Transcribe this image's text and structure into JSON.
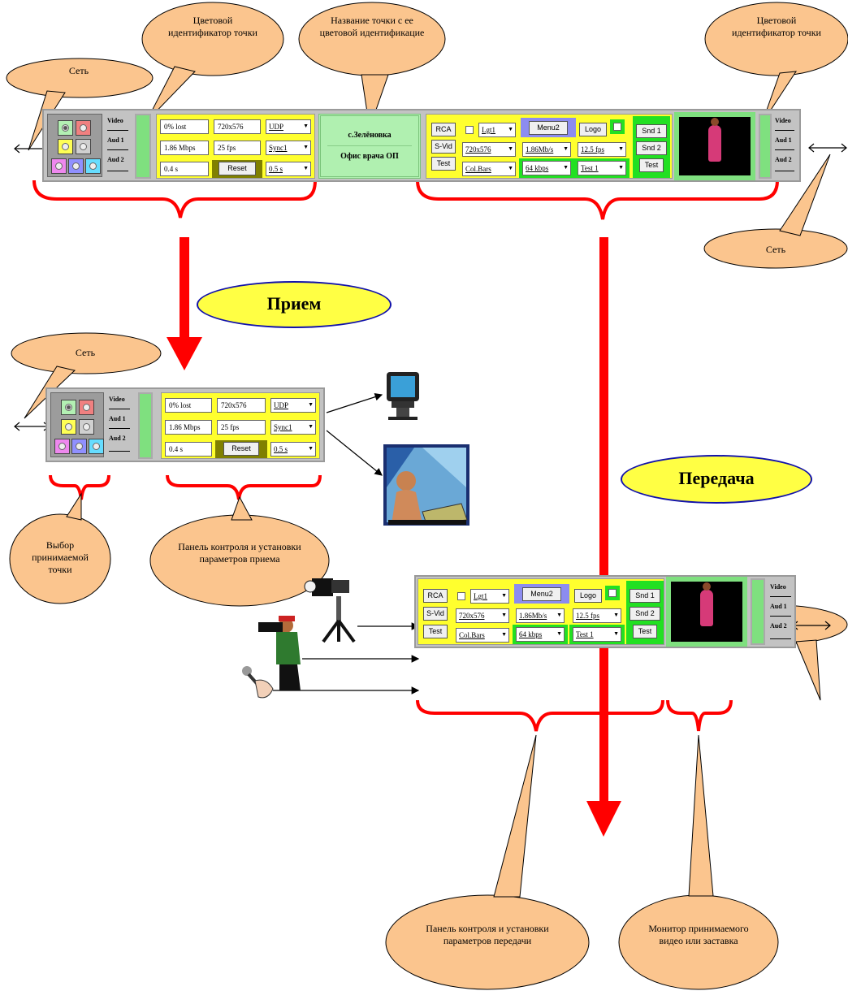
{
  "callouts": {
    "net_label": "Сеть",
    "color_id": "Цветовой идентификатор точки",
    "point_name": "Название точки с ее цветовой идентификацие",
    "select_point": "Выбор принимаемой точки",
    "rx_panel": "Панель контроля и установки параметров приема",
    "tx_panel": "Панель контроля и установки параметров передачи",
    "monitor": "Монитор принимаемого видео или заставка"
  },
  "labels": {
    "receive": "Прием",
    "transmit": "Передача"
  },
  "channels": {
    "video": "Video",
    "aud1": "Aud 1",
    "aud2": "Aud 2"
  },
  "rx": {
    "lost": "0% lost",
    "resolution": "720x576",
    "protocol": "UDP",
    "bitrate": "1.86 Mbps",
    "fps": "25 fps",
    "sync": "Sync1",
    "delay": "0.4 s",
    "reset": "Reset",
    "buffer": "0.5 s"
  },
  "point": {
    "city": "с.Зелёновка",
    "office": "Офис врача ОП"
  },
  "tx": {
    "rca": "RCA",
    "svid": "S-Vid",
    "test": "Test",
    "lgt": "Lgt1",
    "menu": "Menu2",
    "logo": "Logo",
    "res": "720x576",
    "vbitrate": "1.86Mb/s",
    "fps": "12.5 fps",
    "source": "Col.Bars",
    "abitrate": "64 kbps",
    "testsig": "Test 1",
    "snd1": "Snd 1",
    "snd2": "Snd 2",
    "test2": "Test"
  },
  "colors": {
    "callout_fill": "#fbc58e",
    "brace_red": "#ff0000",
    "arrow_red": "#ff0000",
    "panel_yellow": "#ffff2e",
    "id_green": "#7fe07f"
  }
}
